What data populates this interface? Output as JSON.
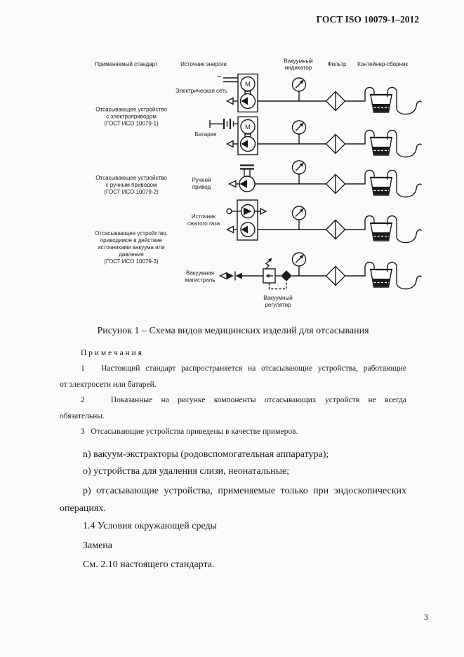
{
  "page": {
    "doc_number": "ГОСТ ISO 10079-1–2012",
    "page_number": "3"
  },
  "figure": {
    "caption": "Рисунок 1 – Схема видов медицинских изделий для отсасывания",
    "columns": {
      "standard": "Применяемый стандарт",
      "energy": "Источник энергии",
      "vacuum_1": "Вакуумный",
      "vacuum_2": "индикатор",
      "filter": "Фильтр",
      "container": "Контейнер-сборник"
    },
    "symbols": {
      "ac": "~",
      "motor": "M"
    },
    "energy_labels": {
      "electric": "Электрическая сеть",
      "battery": "Батарея",
      "manual_1": "Ручной",
      "manual_2": "привод",
      "gas_1": "Источник",
      "gas_2": "сжатого газа",
      "vacuum_line_1": "Вакуумная",
      "vacuum_line_2": "магистраль",
      "regulator_1": "Вакуумный",
      "regulator_2": "регулятор"
    },
    "standards": {
      "electric_1": "Отсасывающее устройство",
      "electric_2": "с электроприводом",
      "electric_3": "(ГОСТ ИСО 10079-1)",
      "manual_1": "Отсасывающее устройство",
      "manual_2": "с ручным приводом",
      "manual_3": "(ГОСТ ИСО 10079-2)",
      "gas_1": "Отсасывающее устройство,",
      "gas_2": "приводимое в действие",
      "gas_3": "источниками вакуума или",
      "gas_4": "давления",
      "gas_5": "(ГОСТ ИСО 10079-3)"
    }
  },
  "notes": {
    "heading": "П р и м е ч а н и я",
    "n1_l1": "1   Настоящий стандарт распространяется на отсасывающие устройства, работающие",
    "n1_l2": "от электросети или батарей.",
    "n2_l1": "2   Показанные на рисунке компоненты отсасывающих устройств не всегда",
    "n2_l2": "обязательны.",
    "n3": "3   Отсасывающие устройства приведены в качестве примеров."
  },
  "body": {
    "item_n": "n) вакуум-экстракторы (родовспомогательная аппаратура);",
    "item_o": "о) устройства для удаления слизи, неонатальные;",
    "item_p_l1": "р) отсасывающие устройства, применяемые только при эндоскопических",
    "item_p_l2": "операциях.",
    "heading_14": "1.4 Условия окружающей среды",
    "replace": "Замена",
    "see": "См. 2.10 настоящего стандарта."
  }
}
